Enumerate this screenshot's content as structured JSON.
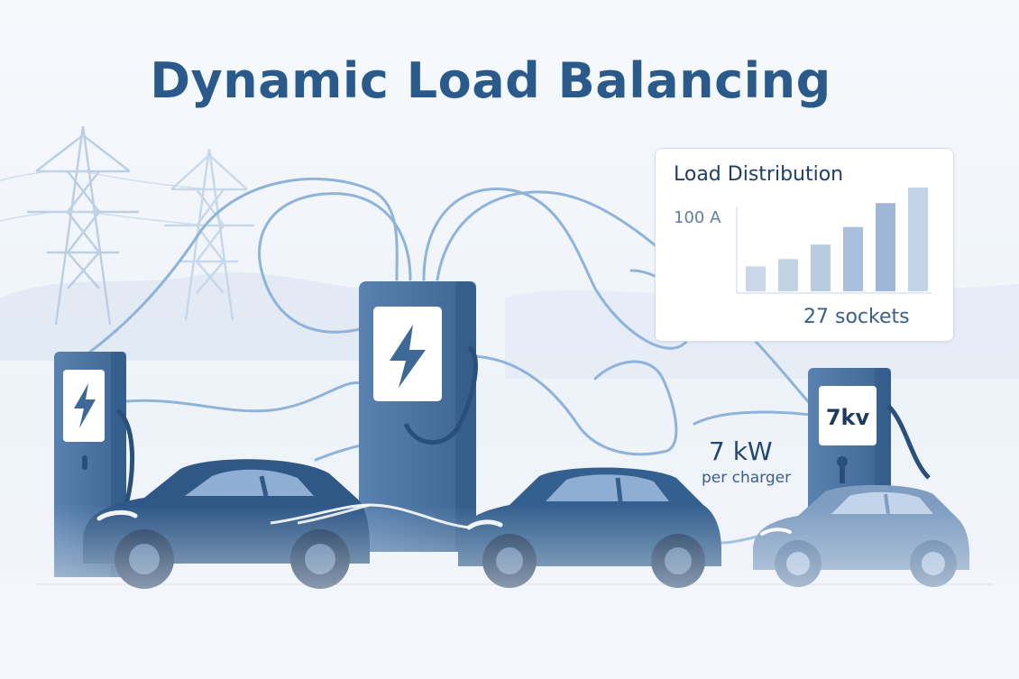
{
  "title": "Dynamic Load Balancing",
  "load_card": {
    "title": "Load Distribution",
    "amp_label": "100 A",
    "sockets_label": "27 sockets",
    "bars": [
      0.24,
      0.31,
      0.45,
      0.62,
      0.85,
      1.0
    ]
  },
  "charger_right": {
    "screen_label": "7kv",
    "power_label": "7 kW",
    "power_sub": "per charger"
  },
  "colors": {
    "title": "#2a5a8c",
    "cable": "#8fb3d9",
    "charger_dark": "#3e6896",
    "car_dark": "#2f5887",
    "car_light": "#7e9dc1"
  }
}
